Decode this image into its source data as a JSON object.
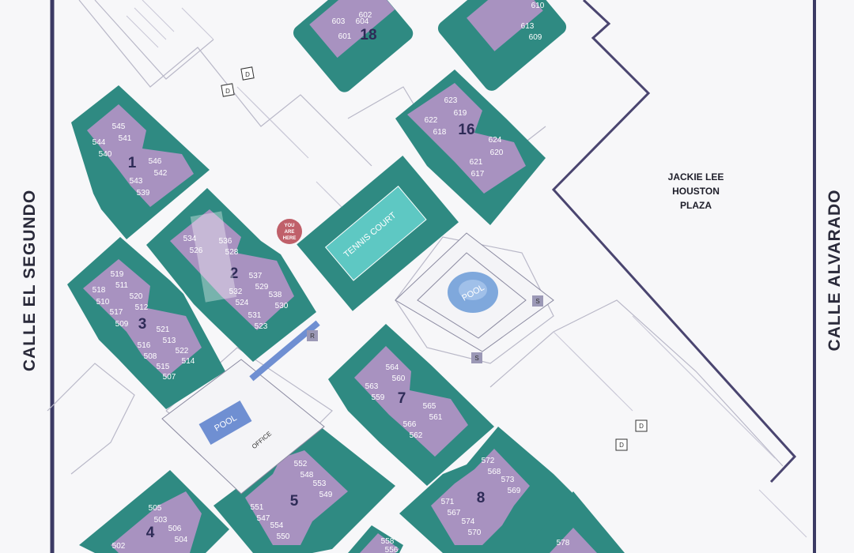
{
  "colors": {
    "paper": "#f7f7f9",
    "teal": "#2f8a82",
    "lavender": "#a892c0",
    "pool": "#7fa8dc",
    "tennis": "#5ec8c3",
    "outline": "#4a4570",
    "street_line": "#3b3a64",
    "marker": "#c0606a"
  },
  "streets": {
    "left": "CALLE EL SEGUNDO",
    "right": "CALLE ALVARADO"
  },
  "plaza": {
    "line1": "JACKIE LEE",
    "line2": "HOUSTON",
    "line3": "PLAZA"
  },
  "amenities": {
    "tennis": "TENNIS COURT",
    "pool_upper": "POOL",
    "pool_lower": "POOL",
    "office": "OFFICE",
    "you_are_here_1": "YOU",
    "you_are_here_2": "ARE",
    "you_are_here_3": "HERE"
  },
  "markers": {
    "dumpster_label": "D",
    "restroom_label": "R",
    "storage_label": "S"
  },
  "buildings": [
    {
      "number": "1",
      "units": [
        "544",
        "545",
        "540",
        "541",
        "546",
        "542",
        "543",
        "539"
      ]
    },
    {
      "number": "2",
      "units": [
        "534",
        "526",
        "536",
        "528",
        "532",
        "524",
        "537",
        "529",
        "531",
        "523",
        "538",
        "530"
      ]
    },
    {
      "number": "3",
      "units": [
        "518",
        "519",
        "510",
        "511",
        "517",
        "520",
        "509",
        "512",
        "516",
        "521",
        "508",
        "513",
        "515",
        "522",
        "507",
        "514"
      ]
    },
    {
      "number": "4",
      "units": [
        "505",
        "503",
        "506",
        "504",
        "502"
      ]
    },
    {
      "number": "5",
      "units": [
        "552",
        "548",
        "553",
        "549",
        "551",
        "547",
        "554",
        "550"
      ]
    },
    {
      "number": "7",
      "units": [
        "564",
        "560",
        "563",
        "559",
        "565",
        "561",
        "566",
        "562"
      ]
    },
    {
      "number": "8",
      "units": [
        "572",
        "568",
        "573",
        "569",
        "571",
        "567",
        "574",
        "570",
        "578"
      ]
    },
    {
      "number": "16",
      "units": [
        "622",
        "623",
        "618",
        "619",
        "624",
        "620",
        "621",
        "617"
      ]
    },
    {
      "number": "18",
      "units": [
        "603",
        "604",
        "601",
        "602"
      ]
    },
    {
      "number": "",
      "units": [
        "613",
        "609",
        "610",
        "558",
        "556"
      ]
    }
  ]
}
